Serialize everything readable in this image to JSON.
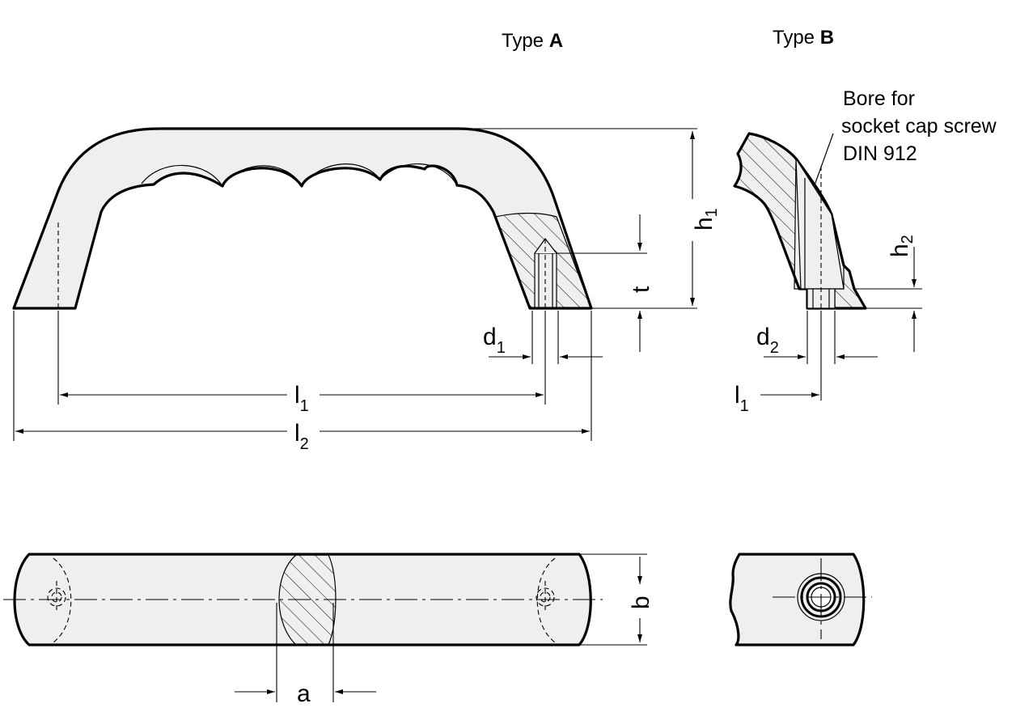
{
  "headings": {
    "type_a_prefix": "Type ",
    "type_a_letter": "A",
    "type_b_prefix": "Type ",
    "type_b_letter": "B"
  },
  "note": {
    "line1": "Bore for",
    "line2": "socket cap screw",
    "line3": "DIN 912"
  },
  "dimensions": {
    "h1": {
      "main": "h",
      "sub": "1"
    },
    "h2": {
      "main": "h",
      "sub": "2"
    },
    "t": {
      "main": "t"
    },
    "d1": {
      "main": "d",
      "sub": "1"
    },
    "d2": {
      "main": "d",
      "sub": "2"
    },
    "l1_a": {
      "main": "l",
      "sub": "1"
    },
    "l2": {
      "main": "l",
      "sub": "2"
    },
    "l1_b": {
      "main": "l",
      "sub": "1"
    },
    "b": {
      "main": "b"
    },
    "a": {
      "main": "a"
    }
  }
}
